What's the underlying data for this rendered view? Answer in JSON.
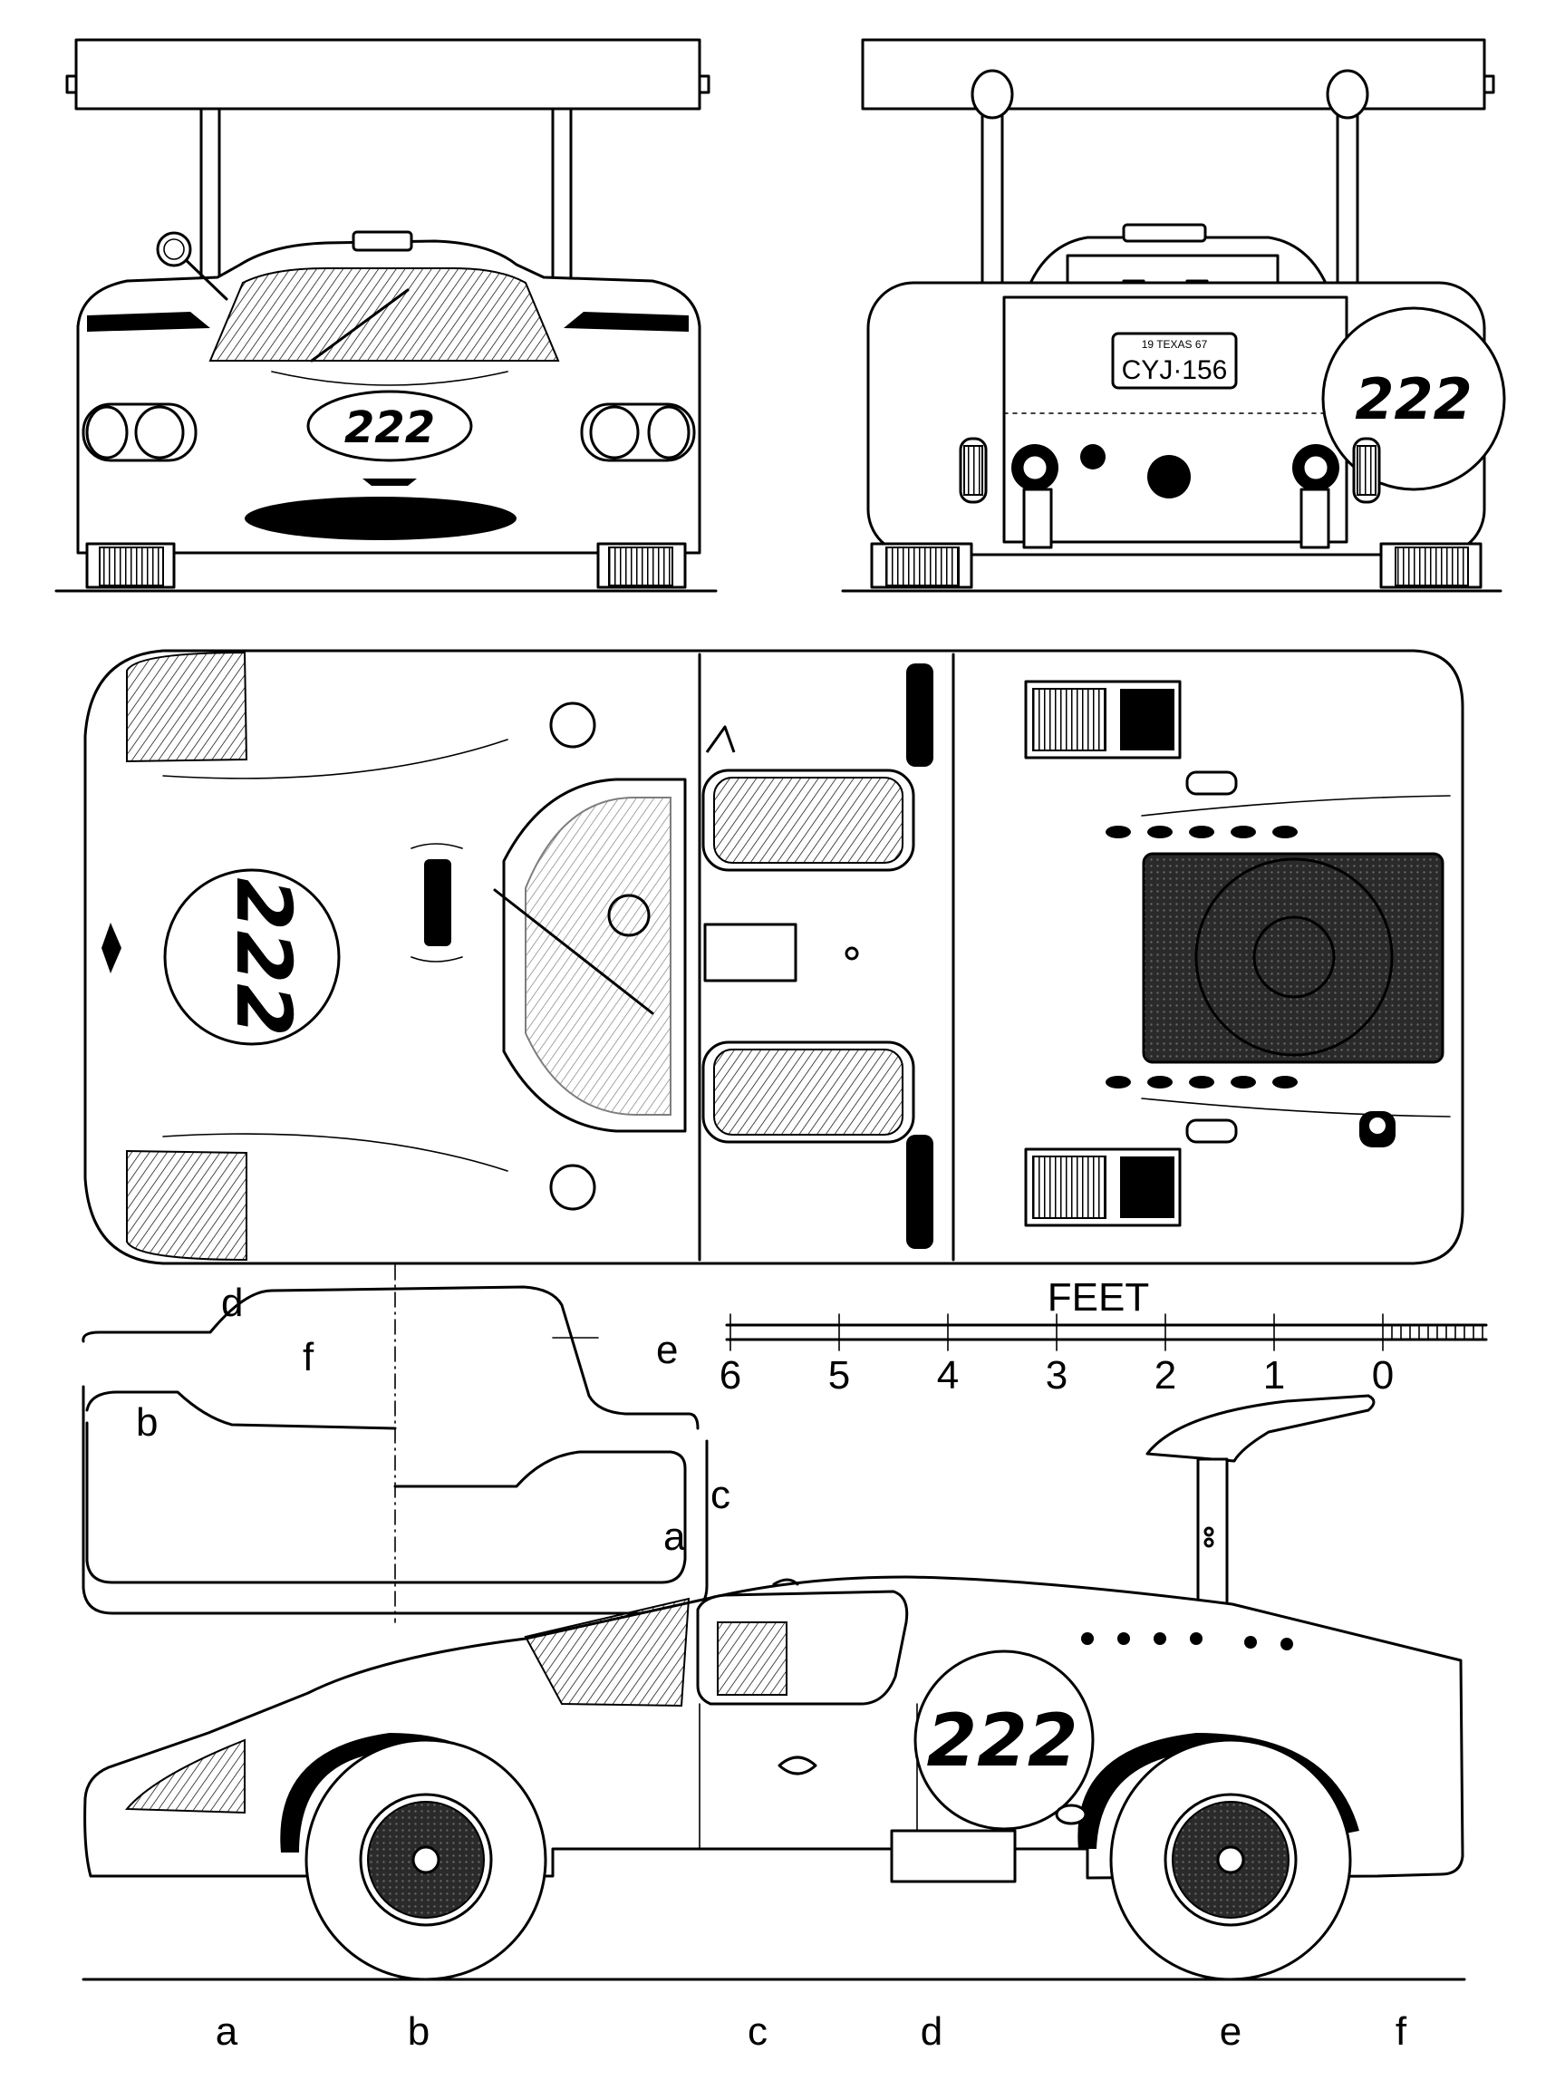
{
  "race_number": "222",
  "license_plate": {
    "number": "CYJ·156",
    "top_text": "19 TEXAS 67"
  },
  "scale": {
    "unit_label": "FEET",
    "ticks": [
      "6",
      "5",
      "4",
      "3",
      "2",
      "1",
      "0"
    ]
  },
  "section_labels": {
    "left": [
      "d",
      "f",
      "b"
    ],
    "right": [
      "e",
      "c",
      "a"
    ]
  },
  "station_labels": [
    "a",
    "b",
    "c",
    "d",
    "e",
    "f"
  ]
}
